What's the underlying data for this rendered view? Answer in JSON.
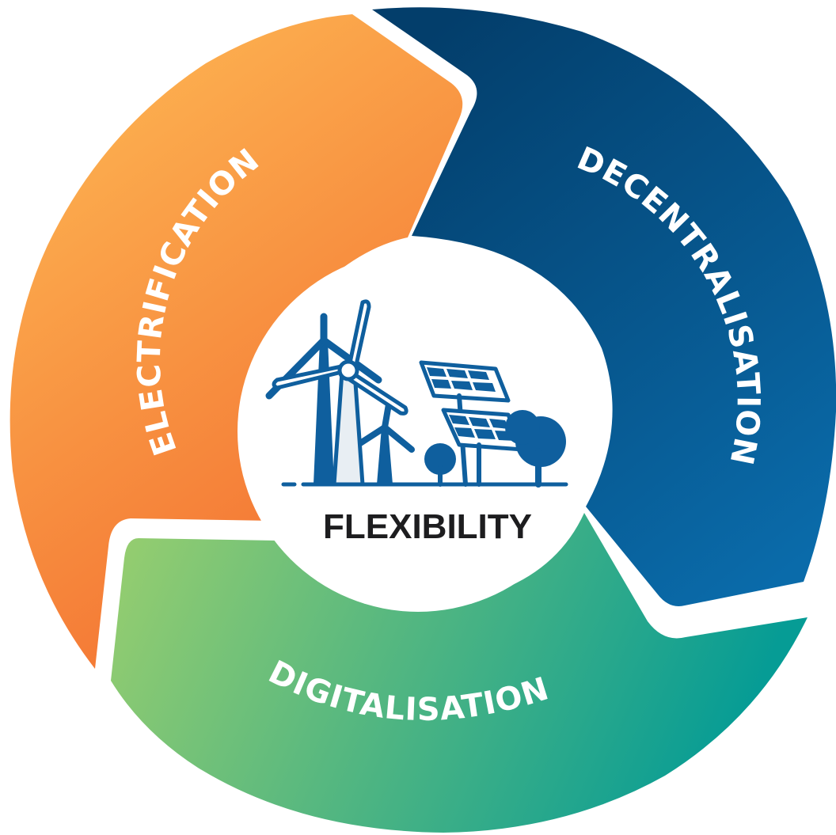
{
  "diagram": {
    "center_label": "FLEXIBILITY",
    "center_icon": "wind-turbines-solar-panels-trees-icon",
    "segments": [
      {
        "label": "ELECTRIFICATION",
        "color_start": "#FDB552",
        "color_end": "#F26A2E"
      },
      {
        "label": "DECENTRALISATION",
        "color_start": "#033E6B",
        "color_end": "#0A6BAA"
      },
      {
        "label": "DIGITALISATION",
        "color_start": "#9ACF6E",
        "color_end": "#069C95"
      }
    ],
    "icon_color": "#0F5F9E"
  }
}
